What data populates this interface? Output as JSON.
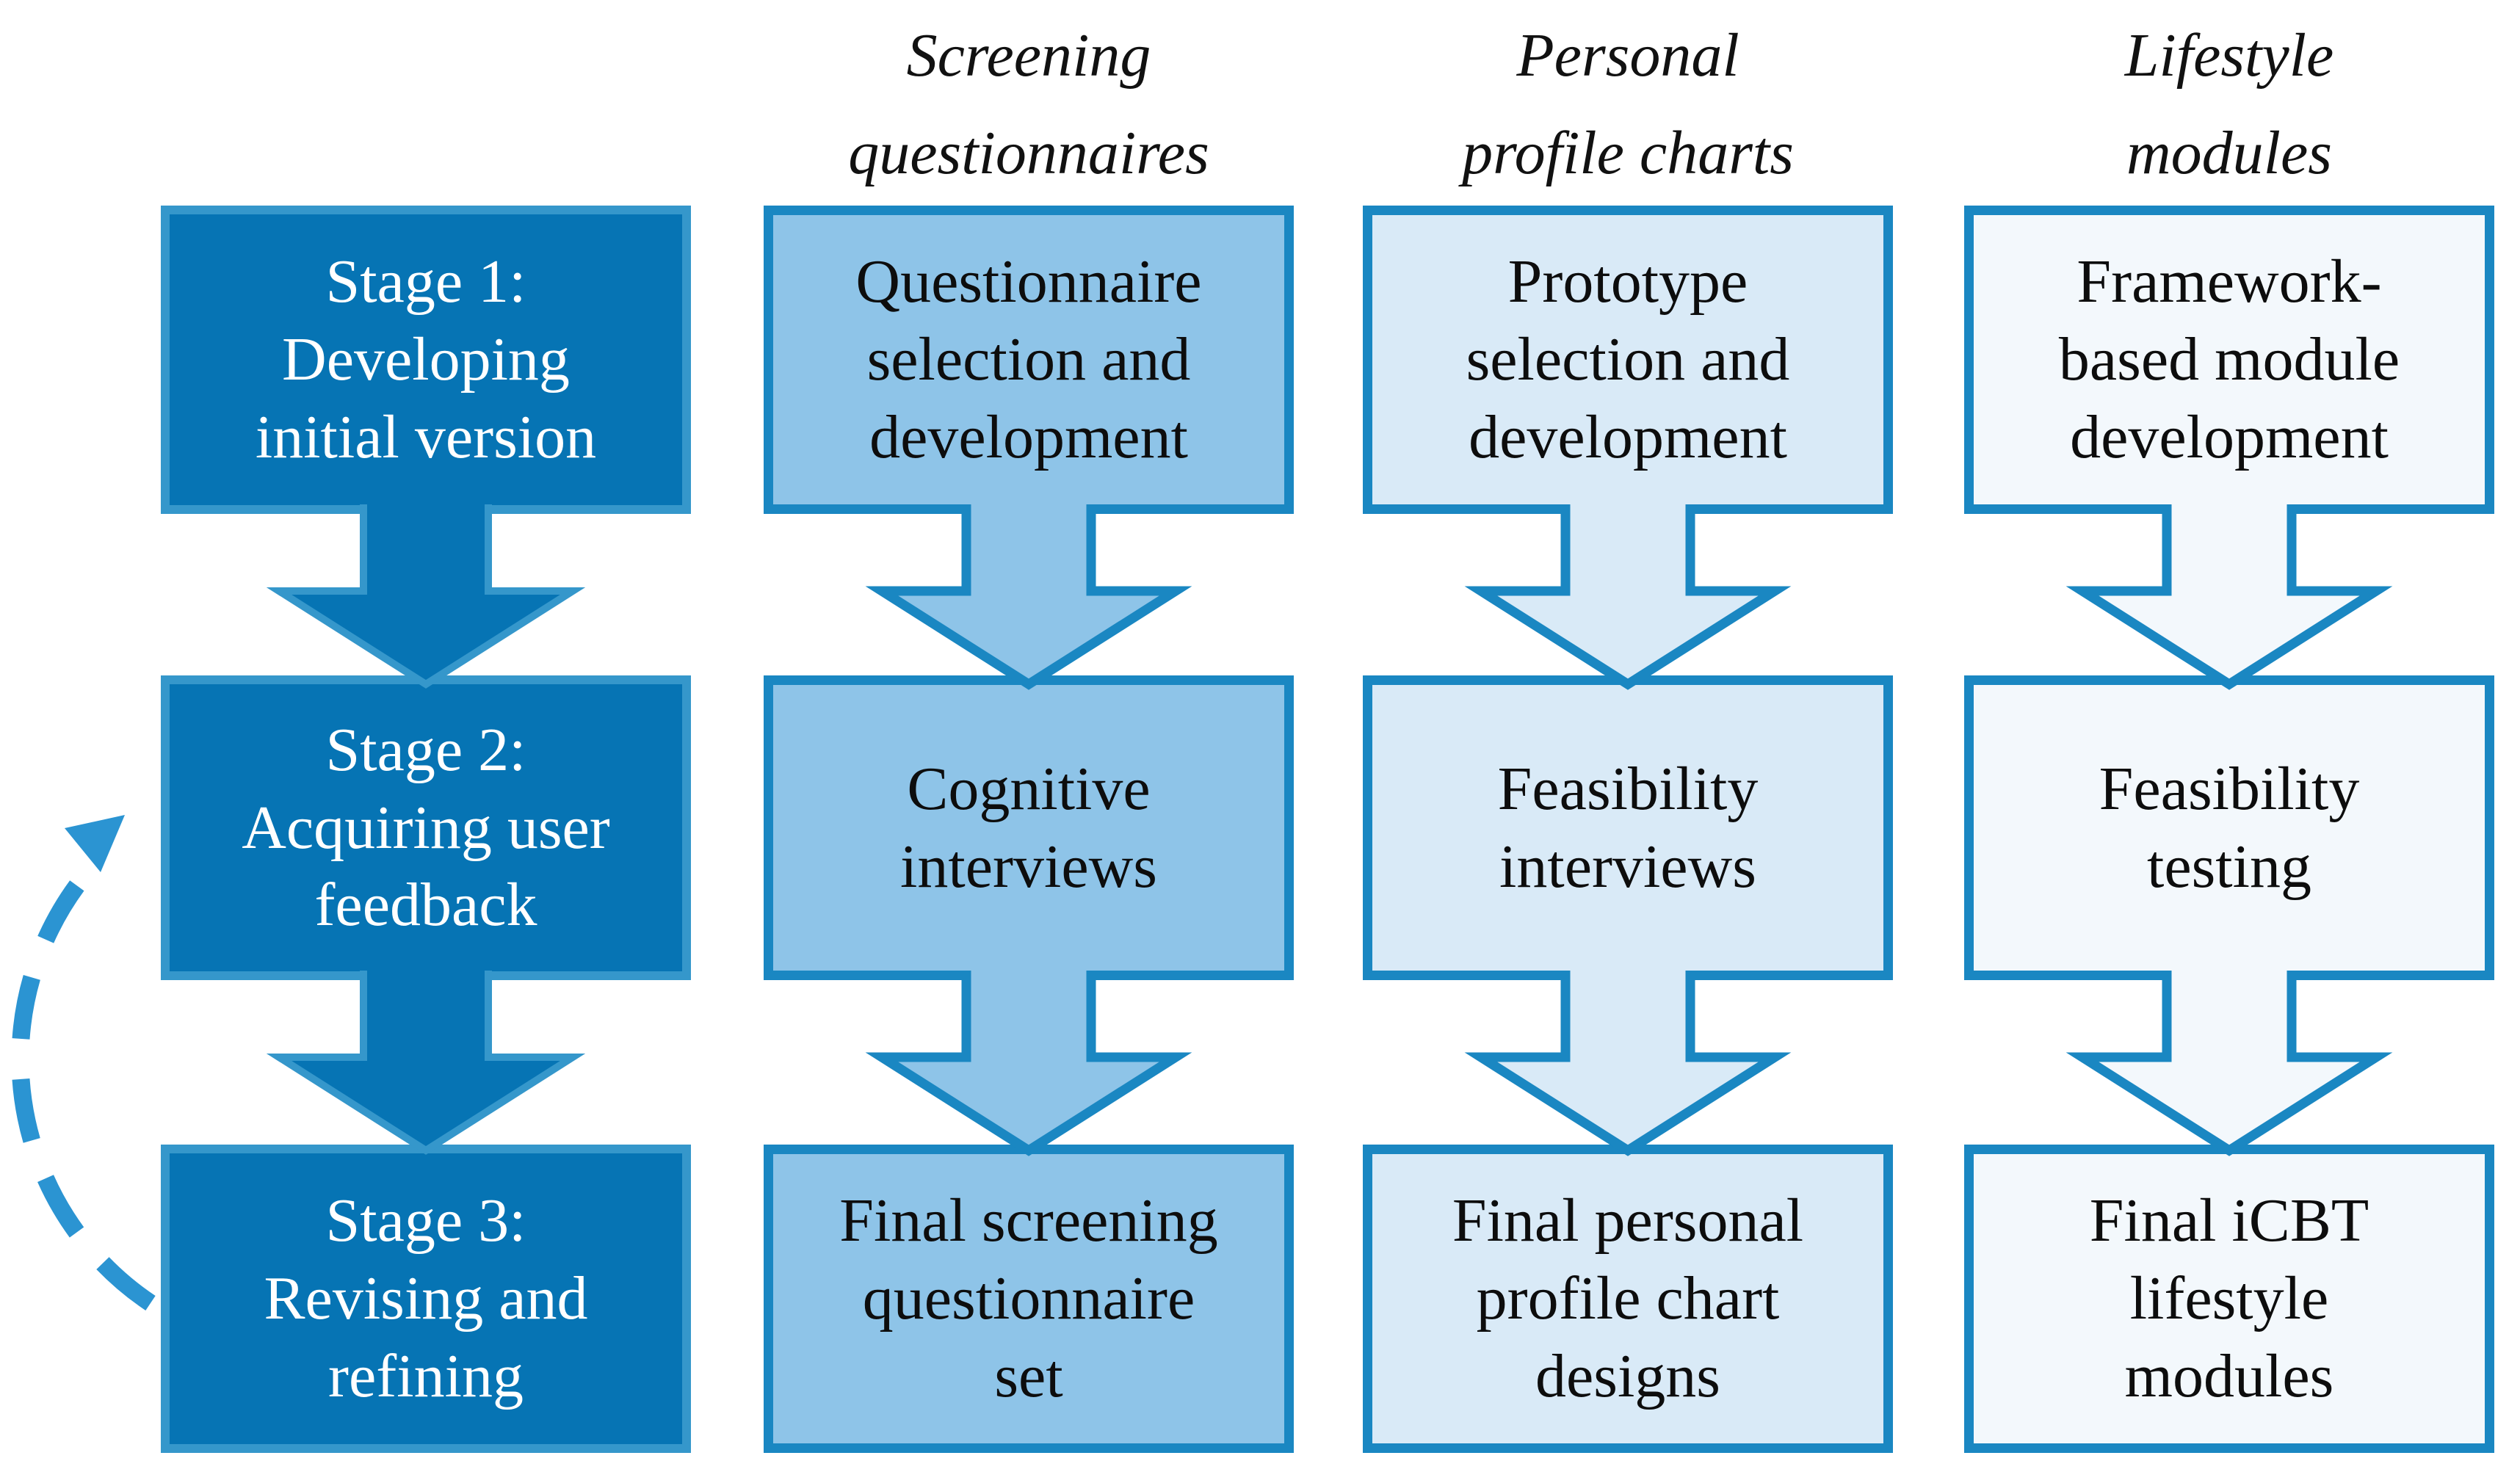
{
  "figure": {
    "title": "Three-stage development process diagram",
    "background": "#ffffff"
  },
  "colors": {
    "stage_fill": "#0674b4",
    "stage_border": "#3597cb",
    "light_border": "#1a87c2",
    "screening_fill": "#8ec4e8",
    "profile_fill": "#d9eaf7",
    "lifestyle_fill": "#f3f8fc",
    "dashed_arrow": "#2b94d2",
    "text_dark": "#0d0d0d",
    "text_light": "#ffffff"
  },
  "icons": {
    "down_arrow": "block-down-arrow-icon",
    "feedback_loop": "dashed-curved-up-arrow-icon"
  },
  "columns": [
    {
      "id": "stages",
      "header": null,
      "boxes": [
        "Stage 1:\nDeveloping\ninitial version",
        "Stage 2:\nAcquiring user\nfeedback",
        "Stage 3:\nRevising and\nrefining"
      ]
    },
    {
      "id": "screening-questionnaires",
      "header": "Screening\nquestionnaires",
      "boxes": [
        "Questionnaire\nselection and\ndevelopment",
        "Cognitive\ninterviews",
        "Final screening\nquestionnaire\nset"
      ]
    },
    {
      "id": "personal-profile-charts",
      "header": "Personal\nprofile charts",
      "boxes": [
        "Prototype\nselection and\ndevelopment",
        "Feasibility\ninterviews",
        "Final personal\nprofile chart\ndesigns"
      ]
    },
    {
      "id": "lifestyle-modules",
      "header": "Lifestyle\nmodules",
      "boxes": [
        "Framework-\nbased module\ndevelopment",
        "Feasibility\ntesting",
        "Final iCBT\nlifestyle\nmodules"
      ]
    }
  ]
}
